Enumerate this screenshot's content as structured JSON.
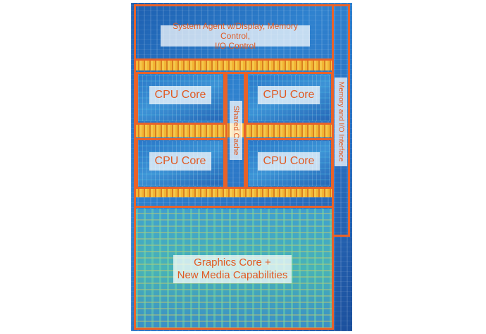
{
  "diagram": {
    "blocks": {
      "system_agent": {
        "line1": "System Agent w/Display, Memory Control,",
        "line2": "I/O Control"
      },
      "cpu_core_1": "CPU Core",
      "cpu_core_2": "CPU Core",
      "cpu_core_3": "CPU Core",
      "cpu_core_4": "CPU Core",
      "shared_cache": "Shared Cache",
      "memory_io": "Memory and I/O Interface",
      "graphics": {
        "line1": "Graphics Core +",
        "line2": "New Media Capabilities"
      }
    },
    "colors": {
      "outline": "#e8622a",
      "label_text": "#e05a23",
      "die_blue": "#2f82cf",
      "cache_yellow": "#f2b534"
    }
  }
}
